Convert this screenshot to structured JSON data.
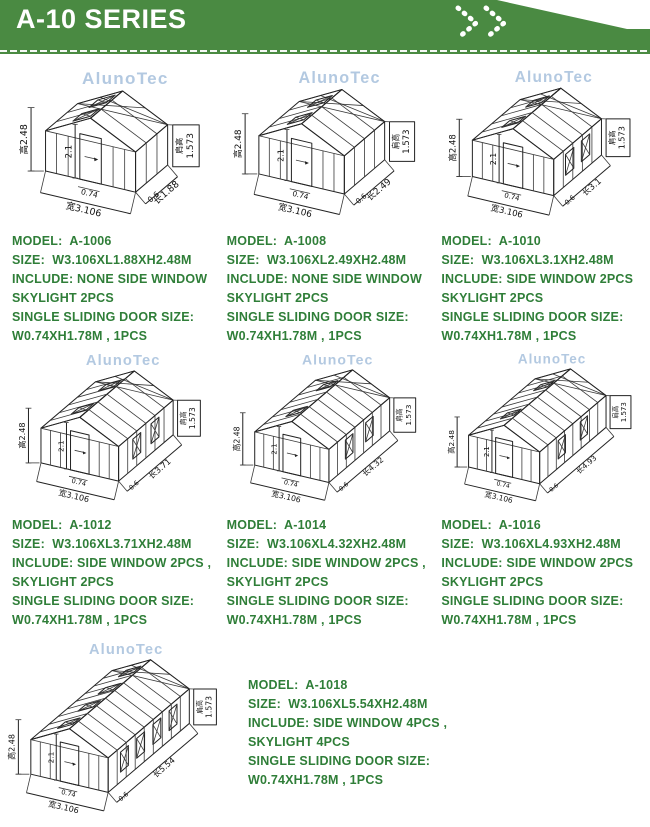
{
  "header": {
    "title": "A-10 SERIES",
    "chevrons_icon": "double-chevron-right-dotted",
    "bg_color": "#4a8a42",
    "title_color": "#ffffff"
  },
  "watermark_text": "AlunoTec",
  "colors": {
    "banner_green": "#4a8a42",
    "spec_text_green": "#2f7e38",
    "drawing_line": "#222222",
    "watermark_blue": "#b3c9e1"
  },
  "drawing_common": {
    "width_m": 3.106,
    "height_m": 2.48,
    "shoulder_m": 1.573,
    "height_label": "高2.48",
    "door_height_label": "2.1",
    "width_label": "宽3.106",
    "door_width_label": "0.74",
    "eave_bay_label": "0.6",
    "shoulder_label": "肩高",
    "shoulder_value": "1.573"
  },
  "products": [
    {
      "model": "A-1006",
      "lines": [
        "MODEL:  A-1006",
        "SIZE:  W3.106XL1.88XH2.48M",
        "INCLUDE: NONE SIDE WINDOW",
        "SKYLIGHT 2PCS",
        "SINGLE SLIDING DOOR SIZE:",
        "W0.74XH1.78M , 1PCS"
      ],
      "drawing": {
        "length_m": 1.88,
        "length_label": "长1.88",
        "skylights": 2,
        "side_windows": 0
      }
    },
    {
      "model": "A-1008",
      "lines": [
        "MODEL:  A-1008",
        "SIZE:  W3.106XL2.49XH2.48M",
        "INCLUDE: NONE SIDE WINDOW",
        "SKYLIGHT 2PCS",
        "SINGLE SLIDING DOOR SIZE:",
        "W0.74XH1.78M , 1PCS"
      ],
      "drawing": {
        "length_m": 2.49,
        "length_label": "长2.49",
        "skylights": 2,
        "side_windows": 0
      }
    },
    {
      "model": "A-1010",
      "lines": [
        "MODEL:  A-1010",
        "SIZE:  W3.106XL3.1XH2.48M",
        "INCLUDE: SIDE WINDOW 2PCS",
        "SKYLIGHT 2PCS",
        "SINGLE SLIDING DOOR SIZE:",
        "W0.74XH1.78M , 1PCS"
      ],
      "drawing": {
        "length_m": 3.1,
        "length_label": "长3.1",
        "skylights": 2,
        "side_windows": 2
      }
    },
    {
      "model": "A-1012",
      "lines": [
        "MODEL:  A-1012",
        "SIZE:  W3.106XL3.71XH2.48M",
        "INCLUDE: SIDE WINDOW 2PCS ,",
        "SKYLIGHT 2PCS",
        "SINGLE SLIDING DOOR SIZE:",
        "W0.74XH1.78M , 1PCS"
      ],
      "drawing": {
        "length_m": 3.71,
        "length_label": "长3.71",
        "skylights": 2,
        "side_windows": 2
      }
    },
    {
      "model": "A-1014",
      "lines": [
        "MODEL:  A-1014",
        "SIZE:  W3.106XL4.32XH2.48M",
        "INCLUDE: SIDE WINDOW 2PCS ,",
        "SKYLIGHT 2PCS",
        "SINGLE SLIDING DOOR SIZE:",
        "W0.74XH1.78M , 1PCS"
      ],
      "drawing": {
        "length_m": 4.32,
        "length_label": "长4.32",
        "skylights": 2,
        "side_windows": 2
      }
    },
    {
      "model": "A-1016",
      "lines": [
        "MODEL:  A-1016",
        "SIZE:  W3.106XL4.93XH2.48M",
        "INCLUDE: SIDE WINDOW 2PCS",
        "SKYLIGHT 2PCS",
        "SINGLE SLIDING DOOR SIZE:",
        "W0.74XH1.78M , 1PCS"
      ],
      "drawing": {
        "length_m": 4.93,
        "length_label": "长4.93",
        "skylights": 2,
        "side_windows": 2
      }
    },
    {
      "model": "A-1018",
      "lines": [
        "MODEL:  A-1018",
        "SIZE:  W3.106XL5.54XH2.48M",
        "INCLUDE: SIDE WINDOW 4PCS ,",
        "SKYLIGHT 4PCS",
        "SINGLE SLIDING DOOR SIZE:",
        "W0.74XH1.78M , 1PCS"
      ],
      "drawing": {
        "length_m": 5.54,
        "length_label": "长5.54",
        "skylights": 4,
        "side_windows": 4
      }
    }
  ]
}
